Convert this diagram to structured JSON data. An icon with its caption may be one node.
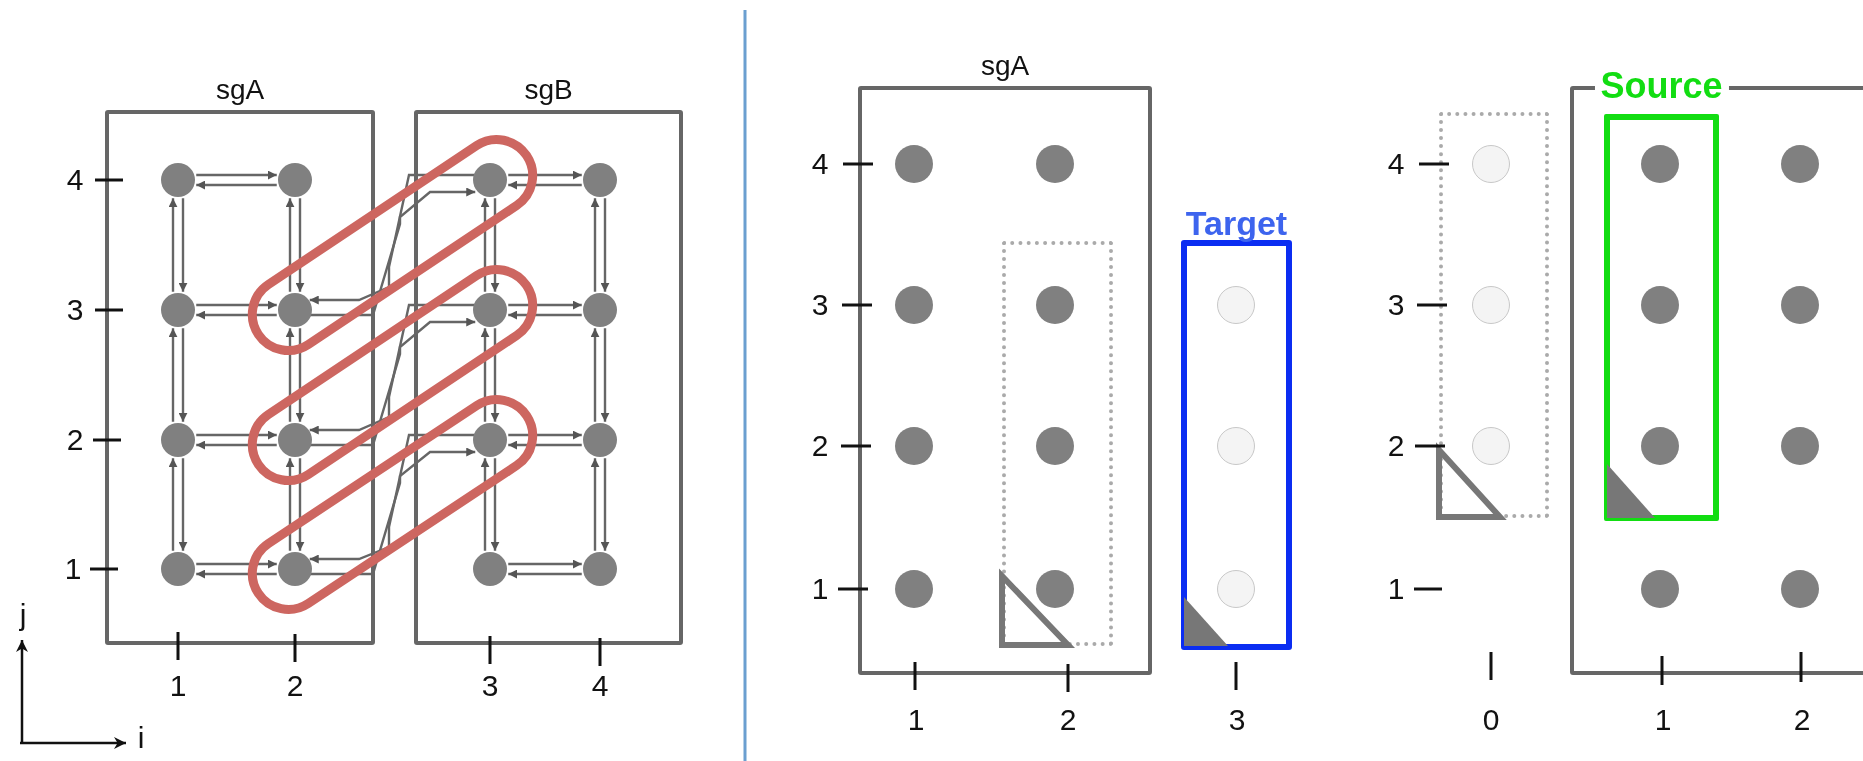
{
  "diagram": {
    "nodes": [
      {
        "text": [
          "sgA"
        ]
      },
      {
        "text": [],
        "shape": "circle",
        "in": 0
      },
      {
        "text": [],
        "shape": "circle",
        "in": 0
      },
      {
        "text": [],
        "shape": "circle",
        "in": 0
      },
      {
        "text": [],
        "shape": "circle",
        "in": 0
      },
      {
        "text": [],
        "shape": "circle",
        "in": 0
      },
      {
        "text": [],
        "shape": "circle",
        "in": 0
      },
      {
        "text": [],
        "shape": "circle",
        "in": 0
      },
      {
        "text": [],
        "shape": "circle",
        "in": 0
      },
      {
        "text": [
          "sgB"
        ]
      },
      {
        "text": [],
        "shape": "circle",
        "in": 9
      },
      {
        "text": [],
        "shape": "circle",
        "in": 9
      },
      {
        "text": [],
        "shape": "circle",
        "in": 9
      },
      {
        "text": [],
        "shape": "circle",
        "in": 9
      },
      {
        "text": [],
        "shape": "circle",
        "in": 9
      },
      {
        "text": [],
        "shape": "circle",
        "in": 9
      },
      {
        "text": [],
        "shape": "circle",
        "in": 9
      },
      {
        "text": [],
        "shape": "circle",
        "in": 9
      },
      {
        "text": [
          "sgA"
        ]
      },
      {
        "text": [],
        "shape": "circle",
        "in": 18
      },
      {
        "text": [],
        "shape": "circle",
        "in": 18
      },
      {
        "text": [],
        "shape": "circle",
        "in": 18
      },
      {
        "text": [],
        "shape": "box",
        "in": 18
      },
      {
        "text": [],
        "shape": "circle",
        "in": 22
      },
      {
        "text": [],
        "shape": "circle",
        "in": 18
      },
      {
        "text": [],
        "shape": "circle",
        "in": 22
      },
      {
        "text": [],
        "shape": "circle",
        "in": 18
      },
      {
        "text": [],
        "shape": "circle",
        "in": 22
      },
      {
        "text": [
          "Target"
        ]
      },
      {
        "text": [],
        "shape": "circle",
        "in": 28
      },
      {
        "text": [],
        "shape": "circle",
        "in": 28
      },
      {
        "text": [],
        "shape": "circle",
        "in": 28
      },
      {
        "text": [],
        "shape": "box"
      },
      {
        "text": [],
        "shape": "circle",
        "in": 32
      },
      {
        "text": [],
        "shape": "circle",
        "in": 32
      },
      {
        "text": [],
        "shape": "circle",
        "in": 32
      },
      {
        "text": [],
        "shape": "box"
      },
      {
        "text": [
          "Source"
        ],
        "in": 36
      },
      {
        "text": [],
        "shape": "circle",
        "in": 37
      },
      {
        "text": [],
        "shape": "circle",
        "in": 36
      },
      {
        "text": [],
        "shape": "circle",
        "in": 37
      },
      {
        "text": [],
        "shape": "circle",
        "in": 36
      },
      {
        "text": [],
        "shape": "circle",
        "in": 37
      },
      {
        "text": [],
        "shape": "circle",
        "in": 36
      },
      {
        "text": [],
        "shape": "circle",
        "in": 36
      },
      {
        "text": [],
        "shape": "circle",
        "in": 36
      }
    ],
    "edges": [
      {
        "from": 1,
        "to": 2,
        "arrow": "to"
      },
      {
        "from": 2,
        "to": 1,
        "arrow": "to"
      },
      {
        "from": 3,
        "to": 4,
        "arrow": "to"
      },
      {
        "from": 4,
        "to": 3,
        "arrow": "to"
      },
      {
        "from": 5,
        "to": 6,
        "arrow": "to"
      },
      {
        "from": 6,
        "to": 5,
        "arrow": "to"
      },
      {
        "from": 7,
        "to": 8,
        "arrow": "to"
      },
      {
        "from": 8,
        "to": 7,
        "arrow": "to"
      },
      {
        "from": 1,
        "to": 3,
        "arrow": "to"
      },
      {
        "from": 3,
        "to": 1,
        "arrow": "to"
      },
      {
        "from": 3,
        "to": 5,
        "arrow": "to"
      },
      {
        "from": 5,
        "to": 3,
        "arrow": "to"
      },
      {
        "from": 5,
        "to": 7,
        "arrow": "to"
      },
      {
        "from": 7,
        "to": 5,
        "arrow": "to"
      },
      {
        "from": 2,
        "to": 4,
        "arrow": "to"
      },
      {
        "from": 4,
        "to": 2,
        "arrow": "to"
      },
      {
        "from": 4,
        "to": 6,
        "arrow": "to"
      },
      {
        "from": 6,
        "to": 4,
        "arrow": "to"
      },
      {
        "from": 6,
        "to": 8,
        "arrow": "to"
      },
      {
        "from": 8,
        "to": 6,
        "arrow": "to"
      },
      {
        "from": 10,
        "to": 11,
        "arrow": "to"
      },
      {
        "from": 11,
        "to": 10,
        "arrow": "to"
      },
      {
        "from": 12,
        "to": 13,
        "arrow": "to"
      },
      {
        "from": 13,
        "to": 12,
        "arrow": "to"
      },
      {
        "from": 14,
        "to": 15,
        "arrow": "to"
      },
      {
        "from": 15,
        "to": 14,
        "arrow": "to"
      },
      {
        "from": 16,
        "to": 17,
        "arrow": "to"
      },
      {
        "from": 17,
        "to": 16,
        "arrow": "to"
      },
      {
        "from": 10,
        "to": 12,
        "arrow": "to"
      },
      {
        "from": 12,
        "to": 10,
        "arrow": "to"
      },
      {
        "from": 12,
        "to": 14,
        "arrow": "to"
      },
      {
        "from": 14,
        "to": 12,
        "arrow": "to"
      },
      {
        "from": 14,
        "to": 16,
        "arrow": "to"
      },
      {
        "from": 16,
        "to": 14,
        "arrow": "to"
      },
      {
        "from": 11,
        "to": 13,
        "arrow": "to"
      },
      {
        "from": 13,
        "to": 11,
        "arrow": "to"
      },
      {
        "from": 13,
        "to": 15,
        "arrow": "to"
      },
      {
        "from": 15,
        "to": 13,
        "arrow": "to"
      },
      {
        "from": 15,
        "to": 17,
        "arrow": "to"
      },
      {
        "from": 17,
        "to": 15,
        "arrow": "to"
      },
      {
        "from": 10,
        "to": 4,
        "arrow": "to"
      },
      {
        "from": 4,
        "to": 10,
        "arrow": "to"
      },
      {
        "from": 12,
        "to": 6,
        "arrow": "to"
      },
      {
        "from": 6,
        "to": 12,
        "arrow": "to"
      },
      {
        "from": 14,
        "to": 8,
        "arrow": "to"
      },
      {
        "from": 8,
        "to": 14,
        "arrow": "to"
      }
    ],
    "labels": [
      "4",
      "3",
      "2",
      "1",
      "1",
      "2",
      "3",
      "4",
      "j",
      "i",
      "4",
      "3",
      "2",
      "1",
      "1",
      "2",
      "3",
      "4",
      "3",
      "2",
      "1",
      "0",
      "1",
      "2"
    ]
  }
}
